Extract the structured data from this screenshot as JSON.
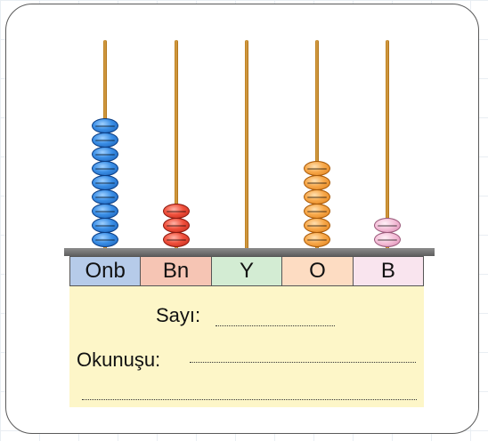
{
  "abacus": {
    "columns": [
      {
        "key": "onb",
        "label": "Onb",
        "bead_color": "blue",
        "bead_count": 9
      },
      {
        "key": "bn",
        "label": "Bn",
        "bead_color": "red",
        "bead_count": 3
      },
      {
        "key": "y",
        "label": "Y",
        "bead_color": "none",
        "bead_count": 0
      },
      {
        "key": "o",
        "label": "O",
        "bead_color": "orange",
        "bead_count": 6
      },
      {
        "key": "b",
        "label": "B",
        "bead_color": "pink",
        "bead_count": 2
      }
    ],
    "colors": {
      "blue": "#2f7fd6",
      "red": "#e8453a",
      "orange": "#f4a240",
      "pink": "#f1b8d2",
      "rod": "#c8902e",
      "base": "#6e6e6e",
      "answer_box": "#fdf6c8"
    }
  },
  "answer": {
    "sayi_label": "Sayı:",
    "okunusu_label": "Okunuşu:"
  }
}
